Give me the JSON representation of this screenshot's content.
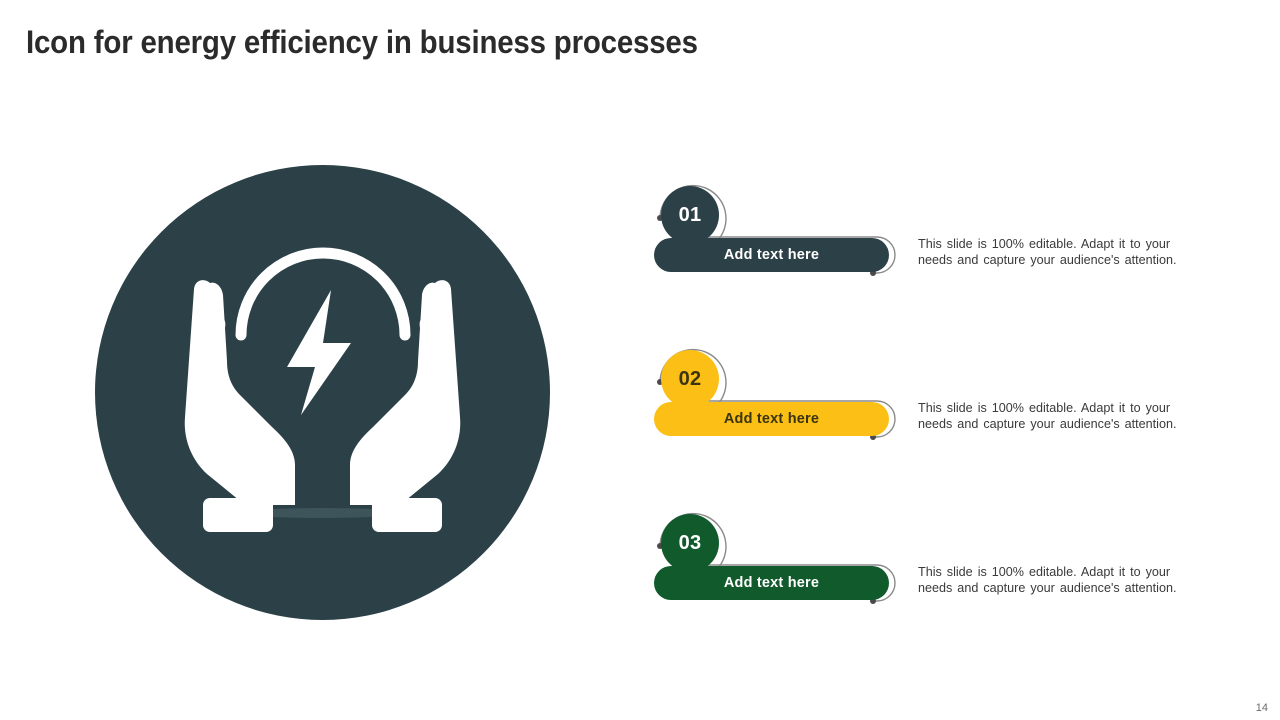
{
  "page": {
    "title": "Icon for energy efficiency in business processes",
    "page_number": "14",
    "background": "#ffffff"
  },
  "icon": {
    "name": "hands-holding-energy-bolt-icon",
    "circle_color": "#2b4047",
    "art_color": "#ffffff",
    "shadow_color": "#3e545b",
    "description": "Two cupped hands holding a lightning bolt beneath an arc"
  },
  "steps": [
    {
      "number": "01",
      "button_label": "Add text here",
      "description": "This slide is 100% editable. Adapt it to your needs and capture your audience's attention.",
      "fill_color": "#2b4047",
      "number_text_color": "#ffffff",
      "button_text_color": "#ffffff",
      "outline_color": "#8a8a8a",
      "dot_color": "#4a4a4a"
    },
    {
      "number": "02",
      "button_label": "Add text here",
      "description": "This slide is 100% editable. Adapt it to your needs and capture your audience's attention.",
      "fill_color": "#fbbf15",
      "number_text_color": "#3b3410",
      "button_text_color": "#3b3410",
      "outline_color": "#8a8a8a",
      "dot_color": "#4a4a4a"
    },
    {
      "number": "03",
      "button_label": "Add text here",
      "description": "This slide is 100% editable. Adapt it to your needs and capture your audience's attention.",
      "fill_color": "#115a2c",
      "number_text_color": "#ffffff",
      "button_text_color": "#ffffff",
      "outline_color": "#8a8a8a",
      "dot_color": "#4a4a4a"
    }
  ]
}
